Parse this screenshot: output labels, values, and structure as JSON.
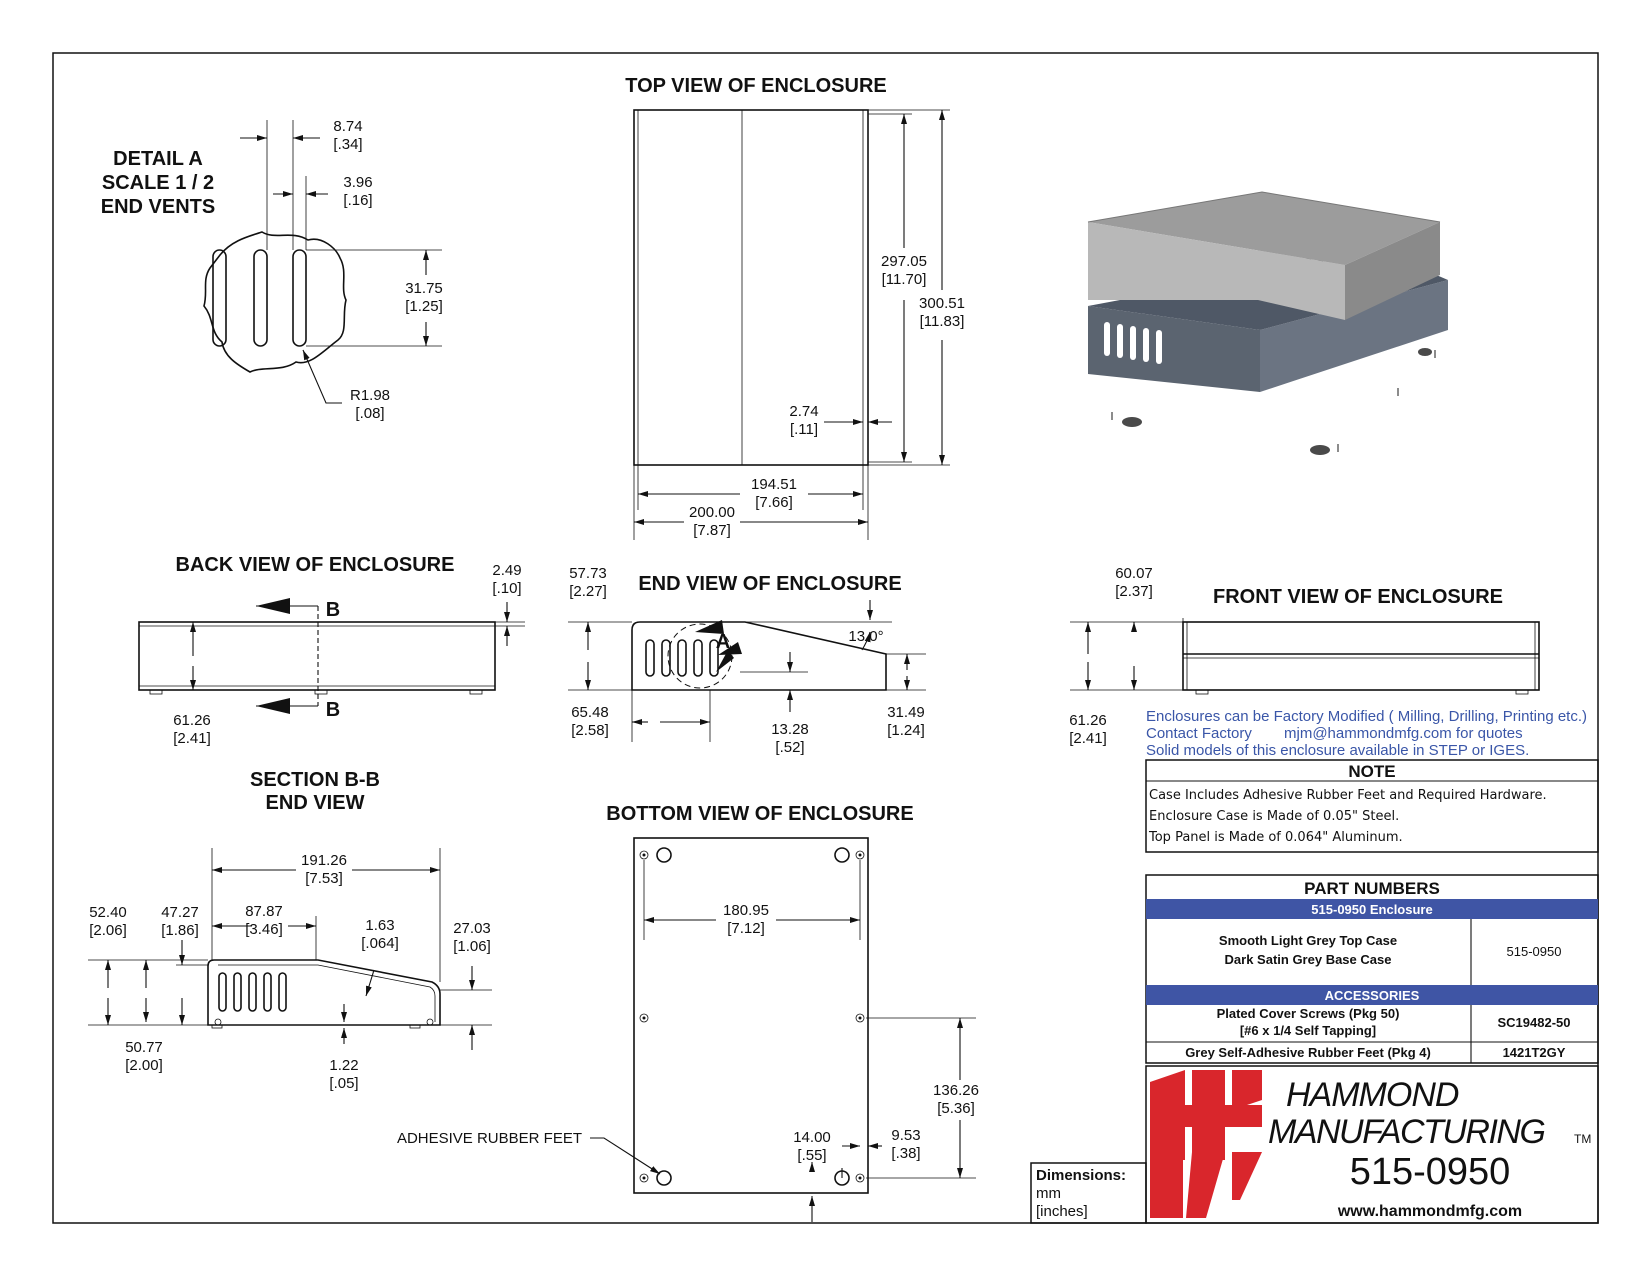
{
  "views": {
    "top_title": "TOP VIEW OF ENCLOSURE",
    "detail_line1": "DETAIL  A",
    "detail_line2": "SCALE 1 / 2",
    "detail_line3": "END VENTS",
    "back_title": "BACK VIEW OF ENCLOSURE",
    "end_title": "END VIEW OF ENCLOSURE",
    "front_title": "FRONT VIEW OF ENCLOSURE",
    "section_line1": "SECTION B-B",
    "section_line2": "END VIEW",
    "bottom_title": "BOTTOM VIEW OF ENCLOSURE",
    "section_mark": "B",
    "detail_mark": "A",
    "feet_label": "ADHESIVE RUBBER FEET"
  },
  "dims": {
    "d874_mm": "8.74",
    "d874_in": "[.34]",
    "d396_mm": "3.96",
    "d396_in": "[.16]",
    "d3175_mm": "31.75",
    "d3175_in": "[1.25]",
    "r198_mm": "R1.98",
    "r198_in": "[.08]",
    "d29705_mm": "297.05",
    "d29705_in": "[11.70]",
    "d30051_mm": "300.51",
    "d30051_in": "[11.83]",
    "d274_mm": "2.74",
    "d274_in": "[.11]",
    "d19451_mm": "194.51",
    "d19451_in": "[7.66]",
    "d20000_mm": "200.00",
    "d20000_in": "[7.87]",
    "d249_mm": "2.49",
    "d249_in": "[.10]",
    "d6126b_mm": "61.26",
    "d6126b_in": "[2.41]",
    "d5773_mm": "57.73",
    "d5773_in": "[2.27]",
    "ang": "13.0°",
    "d6548_mm": "65.48",
    "d6548_in": "[2.58]",
    "d1328_mm": "13.28",
    "d1328_in": "[.52]",
    "d3149_mm": "31.49",
    "d3149_in": "[1.24]",
    "d6007_mm": "60.07",
    "d6007_in": "[2.37]",
    "d6126f_mm": "61.26",
    "d6126f_in": "[2.41]",
    "d19126_mm": "191.26",
    "d19126_in": "[7.53]",
    "d5240_mm": "52.40",
    "d5240_in": "[2.06]",
    "d4727_mm": "47.27",
    "d4727_in": "[1.86]",
    "d8787_mm": "87.87",
    "d8787_in": "[3.46]",
    "d163_mm": "1.63",
    "d163_in": "[.064]",
    "d2703_mm": "27.03",
    "d2703_in": "[1.06]",
    "d5077_mm": "50.77",
    "d5077_in": "[2.00]",
    "d122_mm": "1.22",
    "d122_in": "[.05]",
    "d18095_mm": "180.95",
    "d18095_in": "[7.12]",
    "d13626_mm": "136.26",
    "d13626_in": "[5.36]",
    "d1400_mm": "14.00",
    "d1400_in": "[.55]",
    "d953_mm": "9.53",
    "d953_in": "[.38]"
  },
  "info": {
    "line1": "Enclosures can be Factory Modified ( Milling, Drilling, Printing etc.)",
    "line2a": "Contact Factory",
    "line2b": "mjm@hammondmfg.com for quotes",
    "line3": "Solid models of this enclosure available in STEP or IGES."
  },
  "note": {
    "title": "NOTE",
    "lines": [
      "Case Includes Adhesive Rubber Feet and Required Hardware.",
      "Enclosure Case is Made of 0.05\" Steel.",
      "Top Panel is Made of 0.064\" Aluminum."
    ]
  },
  "parts": {
    "title": "PART NUMBERS",
    "enclosure_header": "515-0950 Enclosure",
    "case_line1": "Smooth Light Grey Top Case",
    "case_line2": "Dark Satin Grey Base Case",
    "case_part": "515-0950",
    "accessories_header": "ACCESSORIES",
    "screws_line1": "Plated Cover Screws (Pkg 50)",
    "screws_line2": "[#6 x 1/4 Self Tapping]",
    "screws_part": "SC19482-50",
    "feet_desc": "Grey Self-Adhesive Rubber Feet (Pkg 4)",
    "feet_part": "1421T2GY"
  },
  "units": {
    "title": "Dimensions:",
    "line1": "mm",
    "line2": "[inches]"
  },
  "brand": {
    "name1": "HAMMOND",
    "name2": "MANUFACTURING",
    "tm": "TM",
    "part": "515-0950",
    "website": "www.hammondmfg.com"
  },
  "colors": {
    "brand_red": "#d9262c",
    "table_blue": "#3f55a5",
    "info_blue": "#3a56a8",
    "top_case_grey": "#a9a9a9",
    "base_case_grey": "#5b6470"
  }
}
